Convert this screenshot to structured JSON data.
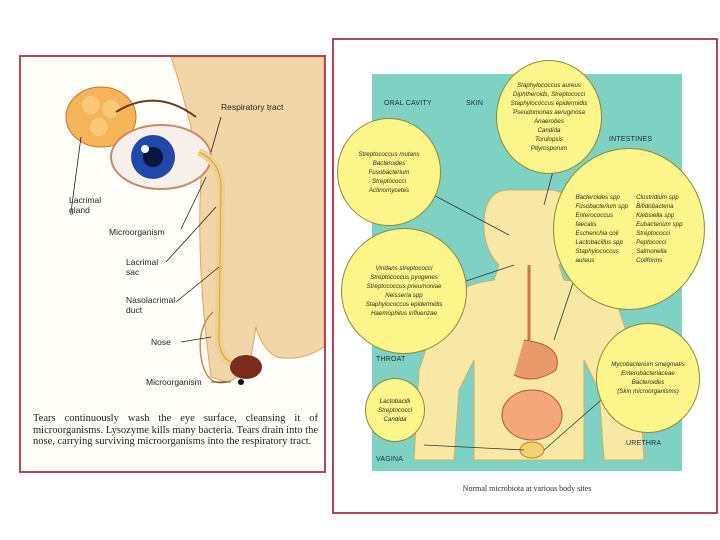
{
  "eye_figure": {
    "labels": {
      "respiratory_tract": "Respiratory tract",
      "lacrimal_gland": "Lacrimal gland",
      "microorganism_1": "Microorganism",
      "lacrimal_sac": "Lacrimal sac",
      "nasolacrimal_duct": "Nasolacrimal duct",
      "nose": "Nose",
      "microorganism_2": "Microorganism"
    },
    "caption": "Tears continuously wash the eye surface, cleansing it of microorganisms. Lysozyme kills many bacteria. Tears drain into the nose, carrying surviving microorganisms into the respiratory tract."
  },
  "microbiota_figure": {
    "regions": {
      "oral_cavity": "ORAL CAVITY",
      "skin": "SKIN",
      "intestines": "INTESTINES",
      "throat": "THROAT",
      "vagina": "VAGINA",
      "urethra": "URETHRA"
    },
    "skin_list": [
      "Staphylococcus aureus",
      "Diphtheroids, Streptococci",
      "Staphylococcus epidermidis",
      "Pseudomonas aeruginosa",
      "Anaerobes",
      "Candida",
      "Torulopsis",
      "Pityrosporum"
    ],
    "oral_list": [
      "Streptococcus mutans",
      "Bacteroides",
      "Fusobacterium",
      "Streptococci",
      "Actinomycetes"
    ],
    "intestine_col1": [
      "Bacteroides spp",
      "Fusobacterium spp",
      "Enterococcus",
      "faecalis",
      "Escherichia coli",
      "Lactobacillus spp",
      "Staphylococcus",
      "aureus"
    ],
    "intestine_col2": [
      "Clostridium spp",
      "Bifidobacteria",
      "Klebsiella spp",
      "Eubacterium spp",
      "Streptococci",
      "Peptococci",
      "Salmonella",
      "Coliforms"
    ],
    "throat_list": [
      "Viridans streptococci",
      "Streptococcus pyogenes",
      "Streptococcus pneumoniae",
      "Neisseria spp",
      "Staphylococcus epidermidis",
      "Haemophilus influenzae"
    ],
    "urethra_list": [
      "Mycobacterium smegmatis",
      "Enterobacteriaceae",
      "Bacteroides",
      "(Skin microorganisms)"
    ],
    "vagina_list": [
      "Lactobacilli",
      "Streptococci",
      "Candida"
    ],
    "caption": "Normal microbiota at various body sites"
  }
}
